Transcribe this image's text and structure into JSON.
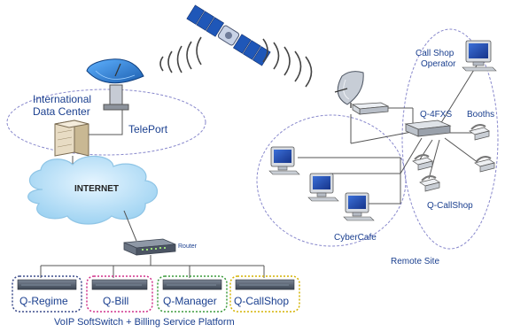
{
  "labels": {
    "international": "International",
    "data_center": "Data Center",
    "teleport": "TelePort",
    "internet": "INTERNET",
    "router": "Router",
    "call_shop": "Call Shop",
    "operator": "Operator",
    "q4fxs": "Q-4FXS",
    "booths": "Booths",
    "q_callshop_remote": "Q-CallShop",
    "cybercafe": "CyberCafe",
    "remote_site": "Remote Site",
    "platform_caption": "VoIP SoftSwitch + Billing Service Platform"
  },
  "modules": [
    {
      "name": "Q-Regime",
      "color": "#3a4a8a"
    },
    {
      "name": "Q-Bill",
      "color": "#d0308a"
    },
    {
      "name": "Q-Manager",
      "color": "#3a9a3a"
    },
    {
      "name": "Q-CallShop",
      "color": "#d4b200"
    }
  ],
  "colors": {
    "label_blue": "#1a3f8f",
    "ellipse": "#7a7ac8",
    "dish": "#2b7fd1",
    "satellite_panel": "#1f57b8"
  }
}
